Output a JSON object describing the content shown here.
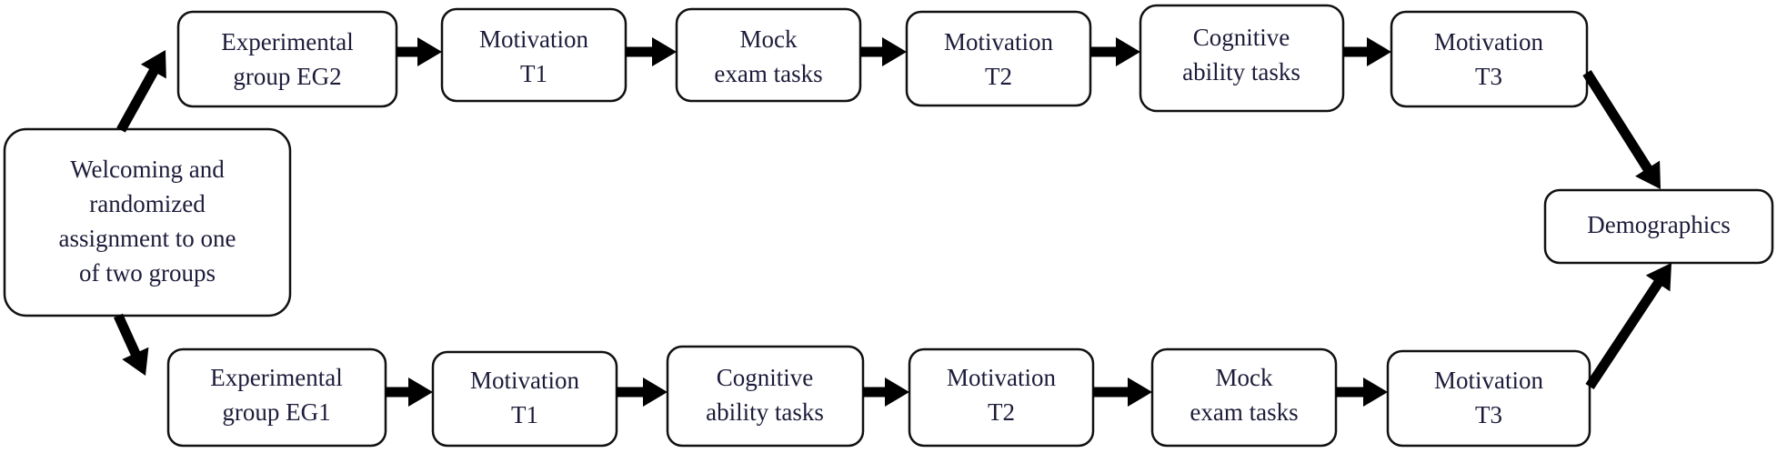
{
  "nodes": {
    "start": {
      "lines": [
        "Welcoming and",
        "randomized",
        "assignment to one",
        "of two groups"
      ]
    },
    "top": [
      {
        "lines": [
          "Experimental",
          "group EG2"
        ]
      },
      {
        "lines": [
          "Motivation",
          "T1"
        ]
      },
      {
        "lines": [
          "Mock",
          "exam tasks"
        ]
      },
      {
        "lines": [
          "Motivation",
          "T2"
        ]
      },
      {
        "lines": [
          "Cognitive",
          "ability tasks"
        ]
      },
      {
        "lines": [
          "Motivation",
          "T3"
        ]
      }
    ],
    "bottom": [
      {
        "lines": [
          "Experimental",
          "group EG1"
        ]
      },
      {
        "lines": [
          "Motivation",
          "T1"
        ]
      },
      {
        "lines": [
          "Cognitive",
          "ability tasks"
        ]
      },
      {
        "lines": [
          "Motivation",
          "T2"
        ]
      },
      {
        "lines": [
          "Mock",
          "exam tasks"
        ]
      },
      {
        "lines": [
          "Motivation",
          "T3"
        ]
      }
    ],
    "end": {
      "lines": [
        "Demographics"
      ]
    }
  }
}
